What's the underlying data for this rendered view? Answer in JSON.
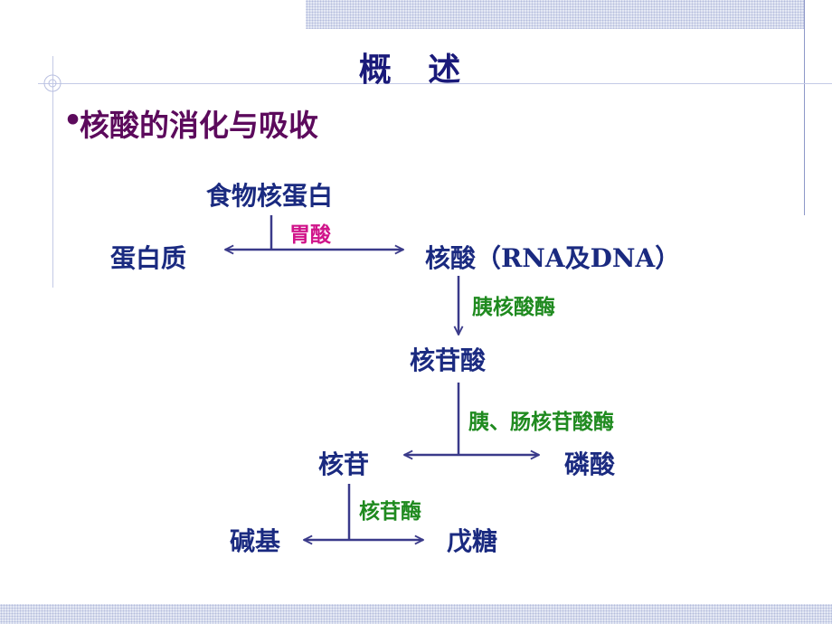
{
  "slide": {
    "title": "概 述",
    "bullet": "•",
    "subtitle": "核酸的消化与吸收"
  },
  "diagram": {
    "nodes": {
      "food_nucleoprotein": "食物核蛋白",
      "protein": "蛋白质",
      "nucleic_acid": "核酸（RNA及DNA）",
      "nucleotide": "核苷酸",
      "nucleoside": "核苷",
      "phosphate": "磷酸",
      "base": "碱基",
      "pentose": "戊糖"
    },
    "enzymes": {
      "gastric_acid": "胃酸",
      "pancreatic_nuclease": "胰核酸酶",
      "nucleotidase": "胰、肠核苷酸酶",
      "nucleosidase": "核苷酶"
    },
    "colors": {
      "node_text": "#1a2a80",
      "enzyme_green": "#1f8a1f",
      "enzyme_pink": "#d0148a",
      "arrow": "#3a3a8a",
      "title_text": "#1a1a7a",
      "subtitle_text": "#5c0a5c"
    }
  }
}
